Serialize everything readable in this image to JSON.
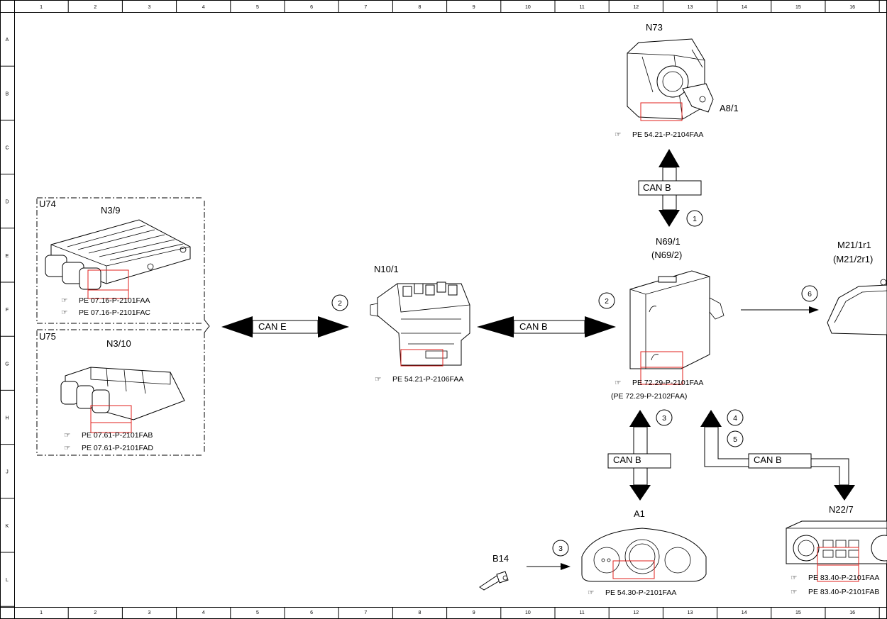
{
  "grid": {
    "columns": [
      "1",
      "2",
      "3",
      "4",
      "5",
      "6",
      "7",
      "8",
      "9",
      "10",
      "11",
      "12",
      "13",
      "14",
      "15",
      "16"
    ],
    "rows": [
      "A",
      "B",
      "C",
      "D",
      "E",
      "F",
      "G",
      "H",
      "J",
      "K",
      "L"
    ]
  },
  "groups": {
    "u74": "U74",
    "u75": "U75"
  },
  "components": {
    "n73": {
      "label": "N73",
      "extra": "A8/1",
      "refs": [
        "PE 54.21-P-2104FAA"
      ]
    },
    "n3_9": {
      "label": "N3/9",
      "refs": [
        "PE 07.16-P-2101FAA",
        "PE 07.16-P-2101FAC"
      ]
    },
    "n3_10": {
      "label": "N3/10",
      "refs": [
        "PE 07.61-P-2101FAB",
        "PE 07.61-P-2101FAD"
      ]
    },
    "n10_1": {
      "label": "N10/1",
      "refs": [
        "PE 54.21-P-2106FAA"
      ]
    },
    "n69_1": {
      "label": "N69/1",
      "label2": "(N69/2)",
      "refs": [
        "PE 72.29-P-2101FAA",
        "(PE 72.29-P-2102FAA)"
      ]
    },
    "m21": {
      "label": "M21/1r1",
      "label2": "(M21/2r1)"
    },
    "a1": {
      "label": "A1",
      "refs": [
        "PE 54.30-P-2101FAA"
      ]
    },
    "b14": {
      "label": "B14"
    },
    "n22_7": {
      "label": "N22/7",
      "refs": [
        "PE 83.40-P-2101FAA",
        "PE 83.40-P-2101FAB"
      ]
    }
  },
  "bus": {
    "can_e": "CAN E",
    "can_b_top": "CAN B",
    "can_b_mid": "CAN B",
    "can_b_down": "CAN B",
    "can_b_right": "CAN B"
  },
  "markers": {
    "m1": "1",
    "m2a": "2",
    "m2b": "2",
    "m3a": "3",
    "m3b": "3",
    "m4": "4",
    "m5": "5",
    "m6": "6"
  },
  "colors": {
    "highlight": "#e0201c",
    "line": "#000000"
  }
}
